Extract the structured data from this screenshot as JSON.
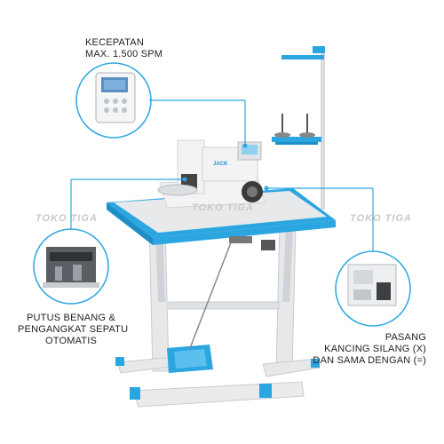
{
  "callouts": {
    "speed": {
      "line1": "KECEPATAN",
      "line2": "MAX. 1.500 SPM"
    },
    "cutter": {
      "line1": "PUTUS BENANG &",
      "line2": "PENGANGKAT SEPATU",
      "line3": "OTOMATIS"
    },
    "button": {
      "line1": "PASANG",
      "line2": "KANCING SILANG (X)",
      "line3": "DAN SAMA DENGAN (=)"
    }
  },
  "watermarks": {
    "left": "TOKO TIGA",
    "center": "TOKO TIGA",
    "right": "TOKO TIGA"
  },
  "machine_brand": "JACK",
  "colors": {
    "accent": "#2ba6e0",
    "table_top": "#e8e9eb",
    "frame": "#e6e8ea",
    "machine": "#f2f3f4"
  }
}
